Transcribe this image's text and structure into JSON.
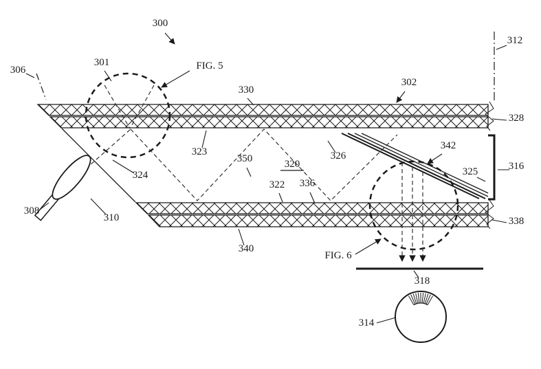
{
  "figure": {
    "reference_labels": {
      "n300": "300",
      "n301": "301",
      "n302": "302",
      "n306": "306",
      "n308": "308",
      "n310": "310",
      "n312": "312",
      "n314": "314",
      "n316": "316",
      "n318": "318",
      "n320": "320",
      "n322": "322",
      "n323": "323",
      "n324": "324",
      "n325": "325",
      "n326": "326",
      "n328": "328",
      "n330": "330",
      "n336": "336",
      "n338": "338",
      "n340": "340",
      "n342": "342",
      "n350": "350"
    },
    "figure_callouts": {
      "fig5": "FIG. 5",
      "fig6": "FIG. 6"
    },
    "colors": {
      "ink": "#1a1a1a",
      "background": "#ffffff"
    }
  }
}
